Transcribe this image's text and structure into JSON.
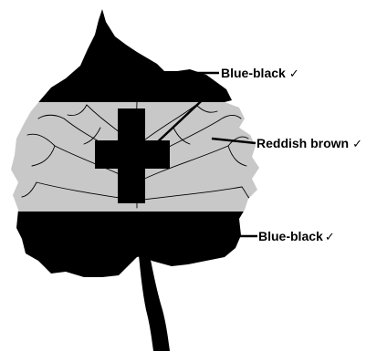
{
  "diagram": {
    "labels": [
      {
        "id": "top-band",
        "text": "Blue-black",
        "check": "✓"
      },
      {
        "id": "middle-band",
        "text": "Reddish brown",
        "check": "✓"
      },
      {
        "id": "bottom-band",
        "text": "Blue-black",
        "check": "✓"
      }
    ],
    "colors": {
      "stained_region": "#000000",
      "unstained_region": "#c8c8c8",
      "background": "#ffffff"
    }
  }
}
